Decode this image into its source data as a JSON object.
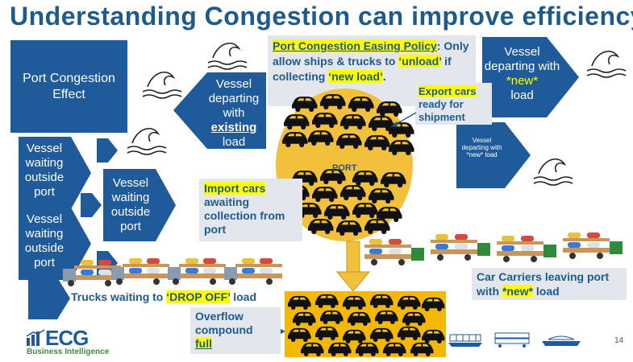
{
  "slide": {
    "title": "Understanding Congestion can improve efficiency?",
    "page_number": "14",
    "effect_label": "Port Congestion Effect",
    "policy": {
      "heading": "Port Congestion Easing Policy",
      "colon": ":",
      "body_start": " Only allow ships & trucks to ",
      "unload": "‘unload’",
      "body_mid": " if collecting ",
      "new_load": "‘new load’",
      "body_end": "."
    },
    "vessels": {
      "departing_existing_line1": "Vessel departing with",
      "departing_existing_underline": "existing",
      "departing_existing_line2": "load",
      "departing_new_pre": "Vessel departing with",
      "departing_new_highlight": "*new*",
      "departing_new_post": "load",
      "departing_new_small": "Vessel departing with *new* load",
      "waiting_1": "Vessel waiting outside port",
      "waiting_2": "Vessel waiting outside port",
      "waiting_3": "Vessel waiting outside port"
    },
    "export_note": {
      "highlight": "Export cars",
      "rest": "ready for shipment"
    },
    "import_note": {
      "highlight": "Import cars",
      "rest": "awaiting collection from port"
    },
    "port_label": "PORT",
    "trucks_note": {
      "pre": "Trucks waiting to ",
      "highlight": "‘DROP OFF’",
      "post": " load"
    },
    "carriers_note": {
      "pre": "Car Carriers leaving port with ",
      "highlight": "*new*",
      "post": " load"
    },
    "overflow_note": {
      "pre": "Overflow compound",
      "underline": "full"
    },
    "logo": {
      "name": "ECG",
      "tagline": "Business Intelligence"
    },
    "colors": {
      "title": "#1f5a8c",
      "box": "#1f5a9a",
      "highlight": "#ffff00",
      "port": "#f2c03a",
      "overflow": "#f5b800",
      "note_bg": "#e3e6ec"
    }
  }
}
